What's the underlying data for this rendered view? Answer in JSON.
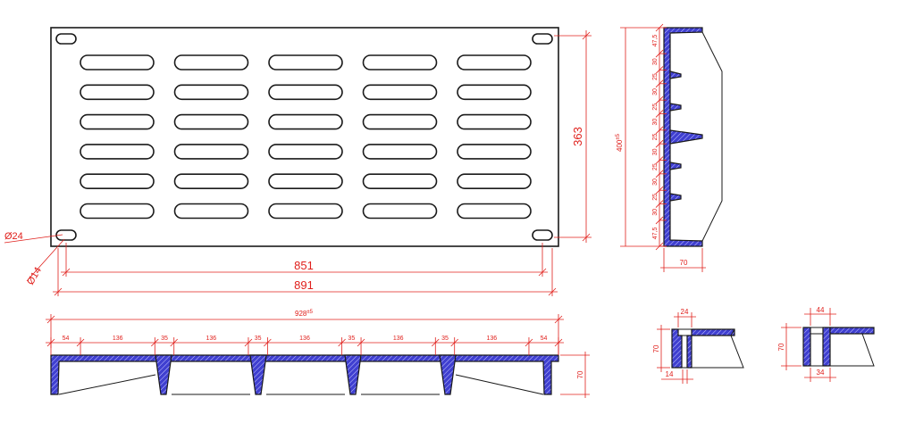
{
  "colors": {
    "line": "#1a1a1a",
    "dimension": "#e0201c",
    "section_fill": "#3f3fd0"
  },
  "plan": {
    "slot_grid": {
      "columns": 5,
      "rows": 6
    },
    "dim_hole_large": "Ø24",
    "dim_hole_small": "Ø14",
    "dim_inner_length": "851",
    "dim_outer_length": "891",
    "dim_height": "363"
  },
  "side_section": {
    "total_height": "400",
    "total_height_tol": "±5",
    "segments": [
      "47,5",
      "30",
      "25",
      "30",
      "25",
      "30",
      "25",
      "30",
      "25",
      "30",
      "25",
      "30",
      "47,5"
    ],
    "depth": "70"
  },
  "long_section": {
    "total_length": "928",
    "total_length_tol": "±5",
    "segments": [
      "54",
      "136",
      "35",
      "136",
      "35",
      "136",
      "35",
      "136",
      "35",
      "136",
      "54"
    ],
    "height": "70"
  },
  "detail_a": {
    "top_width": "24",
    "bottom_width": "14",
    "height": "70"
  },
  "detail_b": {
    "top_width": "44",
    "bottom_width": "34",
    "height": "70"
  }
}
